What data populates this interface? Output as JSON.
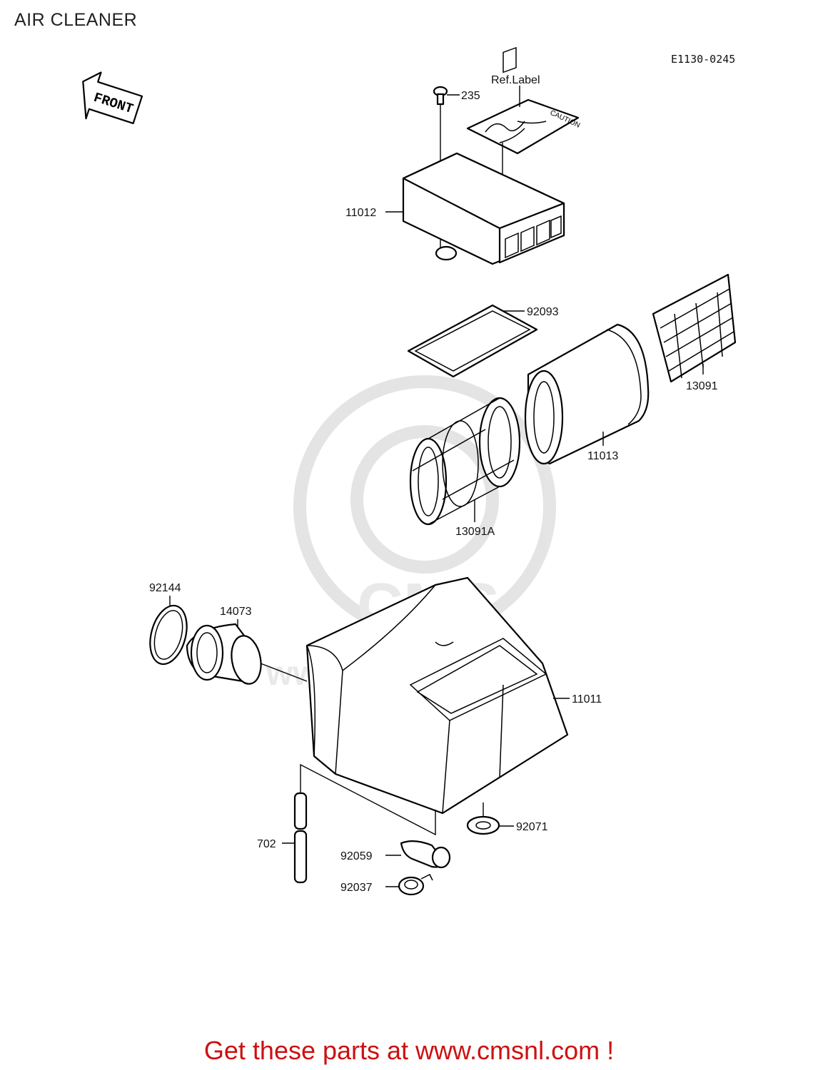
{
  "diagram": {
    "title": "AIR CLEANER",
    "code": "E1130-0245",
    "front_label": "FRONT",
    "caution_text": "CAUTION",
    "parts": [
      {
        "id": "ref-label",
        "label": "Ref.Label"
      },
      {
        "id": "235",
        "label": "235"
      },
      {
        "id": "11012",
        "label": "11012"
      },
      {
        "id": "92093",
        "label": "92093"
      },
      {
        "id": "13091",
        "label": "13091"
      },
      {
        "id": "11013",
        "label": "11013"
      },
      {
        "id": "13091A",
        "label": "13091A"
      },
      {
        "id": "92144",
        "label": "92144"
      },
      {
        "id": "14073",
        "label": "14073"
      },
      {
        "id": "11011",
        "label": "11011"
      },
      {
        "id": "92071",
        "label": "92071"
      },
      {
        "id": "702",
        "label": "702"
      },
      {
        "id": "92059",
        "label": "92059"
      },
      {
        "id": "92037",
        "label": "92037"
      }
    ],
    "watermark": "www.cmsnl.com",
    "watermark_logo": "CMS"
  },
  "footer": {
    "text": "Get these parts at www.cmsnl.com !",
    "color": "#cc1111"
  }
}
